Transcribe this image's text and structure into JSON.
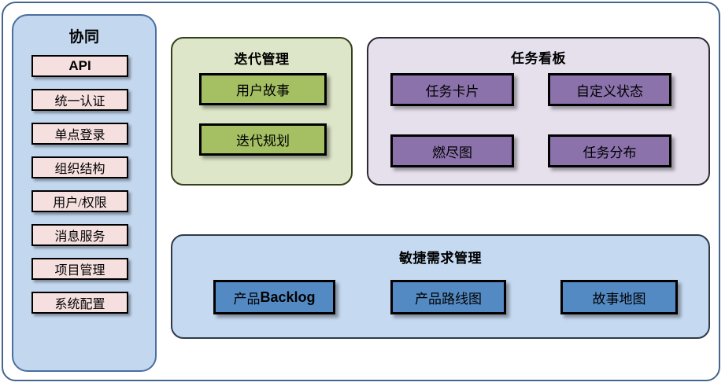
{
  "diagram": {
    "sidebar": {
      "title": "协同",
      "items": [
        {
          "label": "API",
          "emphasis": true
        },
        {
          "label": "统一认证",
          "emphasis": false
        },
        {
          "label": "单点登录",
          "emphasis": false
        },
        {
          "label": "组织结构",
          "emphasis": false
        },
        {
          "label": "用户/权限",
          "emphasis": false
        },
        {
          "label": "消息服务",
          "emphasis": false
        },
        {
          "label": "项目管理",
          "emphasis": false
        },
        {
          "label": "系统配置",
          "emphasis": false
        }
      ]
    },
    "iteration": {
      "title": "迭代管理",
      "items": [
        {
          "label": "用户故事"
        },
        {
          "label": "迭代规划"
        }
      ]
    },
    "taskboard": {
      "title": "任务看板",
      "items": [
        {
          "label": "任务卡片"
        },
        {
          "label": "自定义状态"
        },
        {
          "label": "燃尽图"
        },
        {
          "label": "任务分布"
        }
      ]
    },
    "agile": {
      "title": "敏捷需求管理",
      "items": [
        {
          "label": "产品Backlog",
          "cjk": "产品",
          "latin": "Backlog"
        },
        {
          "label": "产品路线图",
          "cjk": "产品路线图",
          "latin": ""
        },
        {
          "label": "故事地图",
          "cjk": "故事地图",
          "latin": ""
        }
      ]
    },
    "colors": {
      "outer_frame_border": "#44668f",
      "sidebar_bg": "#c3d7ef",
      "sidebar_border": "#4a6fa0",
      "sidebar_item_bg": "#f6dfdf",
      "iteration_panel_bg": "#dde6c8",
      "iteration_box_bg": "#a5c063",
      "taskboard_panel_bg": "#e6e0ed",
      "taskboard_box_bg": "#8b72ab",
      "agile_panel_bg": "#c5d9f1",
      "agile_box_bg": "#548ac4",
      "box_border": "#000000"
    }
  }
}
